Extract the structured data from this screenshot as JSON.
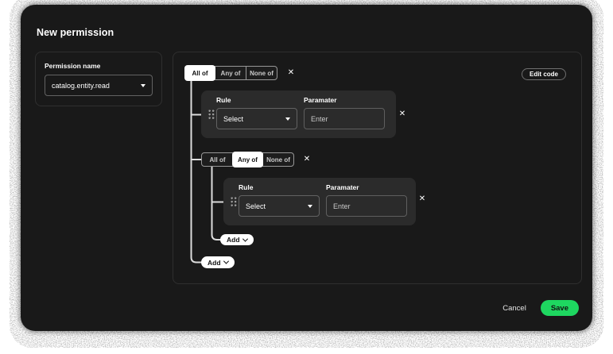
{
  "page": {
    "title": "New permission"
  },
  "permission_panel": {
    "label": "Permission name",
    "value": "catalog.entity.read"
  },
  "builder": {
    "edit_code_label": "Edit code",
    "add_label": "Add",
    "groups": [
      {
        "segments": [
          {
            "label": "All of",
            "selected": true
          },
          {
            "label": "Any of",
            "selected": false
          },
          {
            "label": "None of",
            "selected": false
          }
        ]
      },
      {
        "segments": [
          {
            "label": "All of",
            "selected": false
          },
          {
            "label": "Any of",
            "selected": true
          },
          {
            "label": "None of",
            "selected": false
          }
        ]
      }
    ],
    "rules": [
      {
        "rule_label": "Rule",
        "rule_value": "Select",
        "param_label": "Paramater",
        "param_placeholder": "Enter"
      },
      {
        "rule_label": "Rule",
        "rule_value": "Select",
        "param_label": "Paramater",
        "param_placeholder": "Enter"
      }
    ]
  },
  "footer": {
    "cancel_label": "Cancel",
    "save_label": "Save"
  },
  "icons": {
    "close": "✕"
  },
  "colors": {
    "accent_green": "#1ed760",
    "card_bg": "#191919",
    "rule_card_bg": "#2b2b2b",
    "selected_segment_bg": "#ffffff",
    "connector": "#dcdcdc"
  }
}
